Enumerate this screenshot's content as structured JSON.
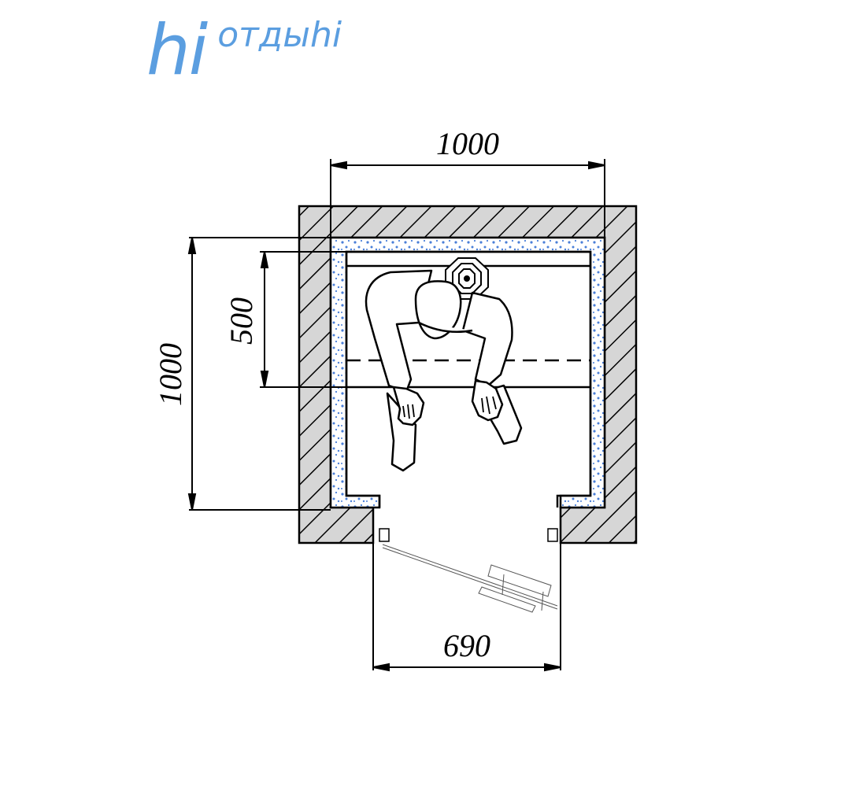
{
  "logo": {
    "hi": "hi",
    "word": "отдыhi"
  },
  "dimensions": {
    "width_top": "1000",
    "depth_left": "1000",
    "seat_depth": "500",
    "door_width": "690"
  },
  "colors": {
    "hatch": "#000000",
    "wall_fill": "#d6d6d6",
    "insulation_dots": "#4a7fd8",
    "logo": "#5b9ee0"
  }
}
